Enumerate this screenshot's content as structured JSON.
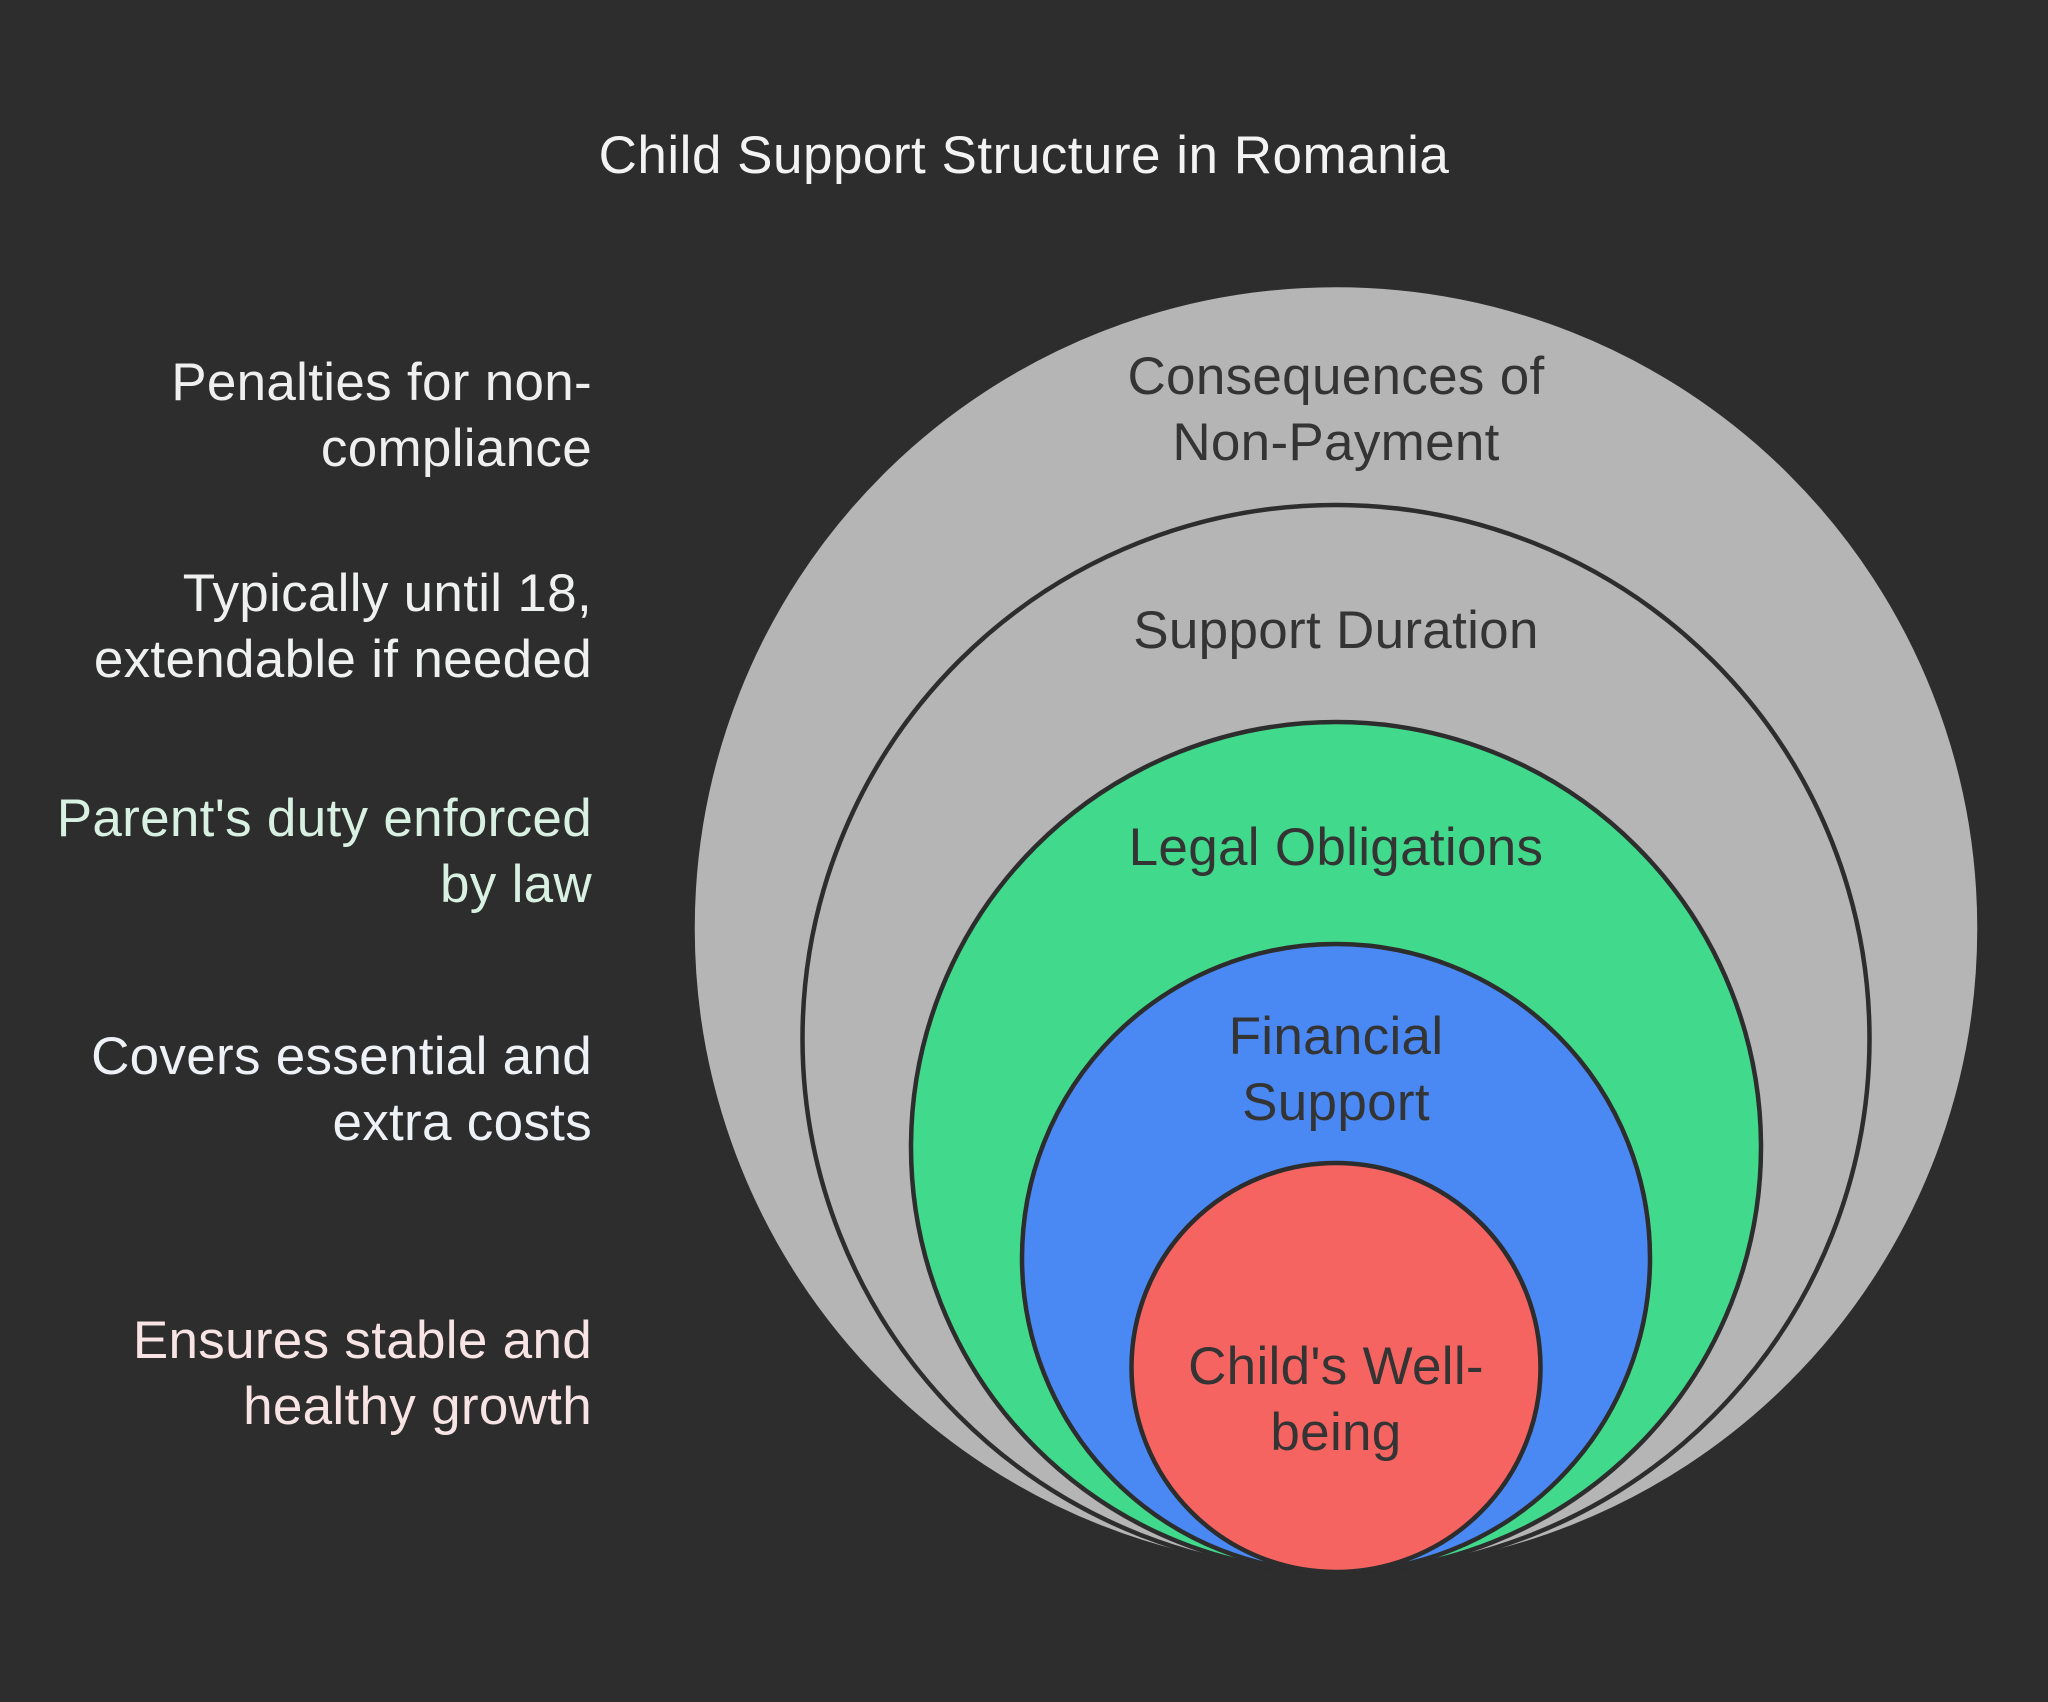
{
  "title": {
    "text": "Child Support Structure in Romania",
    "color": "#f3f3f3"
  },
  "background": "#2d2d2d",
  "ring_outline_color": "#2d2d2d",
  "ring_label_color": "#343434",
  "rings": [
    {
      "label": "Consequences of Non-Payment",
      "annotation": "Penalties for non-compliance",
      "fill": "#b5b5b5",
      "annotation_color": "#efefef"
    },
    {
      "label": "Support Duration",
      "annotation": "Typically until 18, extendable if needed",
      "fill": "#b5b5b5",
      "annotation_color": "#eff0f0"
    },
    {
      "label": "Legal Obligations",
      "annotation": "Parent's duty enforced by law",
      "fill": "#41d98b",
      "annotation_color": "#d8f1e3"
    },
    {
      "label": "Financial Support",
      "annotation": "Covers essential and extra costs",
      "fill": "#4a89f3",
      "annotation_color": "#eef1f5"
    },
    {
      "label": "Child's Well-being",
      "annotation": "Ensures stable and healthy growth",
      "fill": "#f56461",
      "annotation_color": "#f8e4e4"
    }
  ]
}
